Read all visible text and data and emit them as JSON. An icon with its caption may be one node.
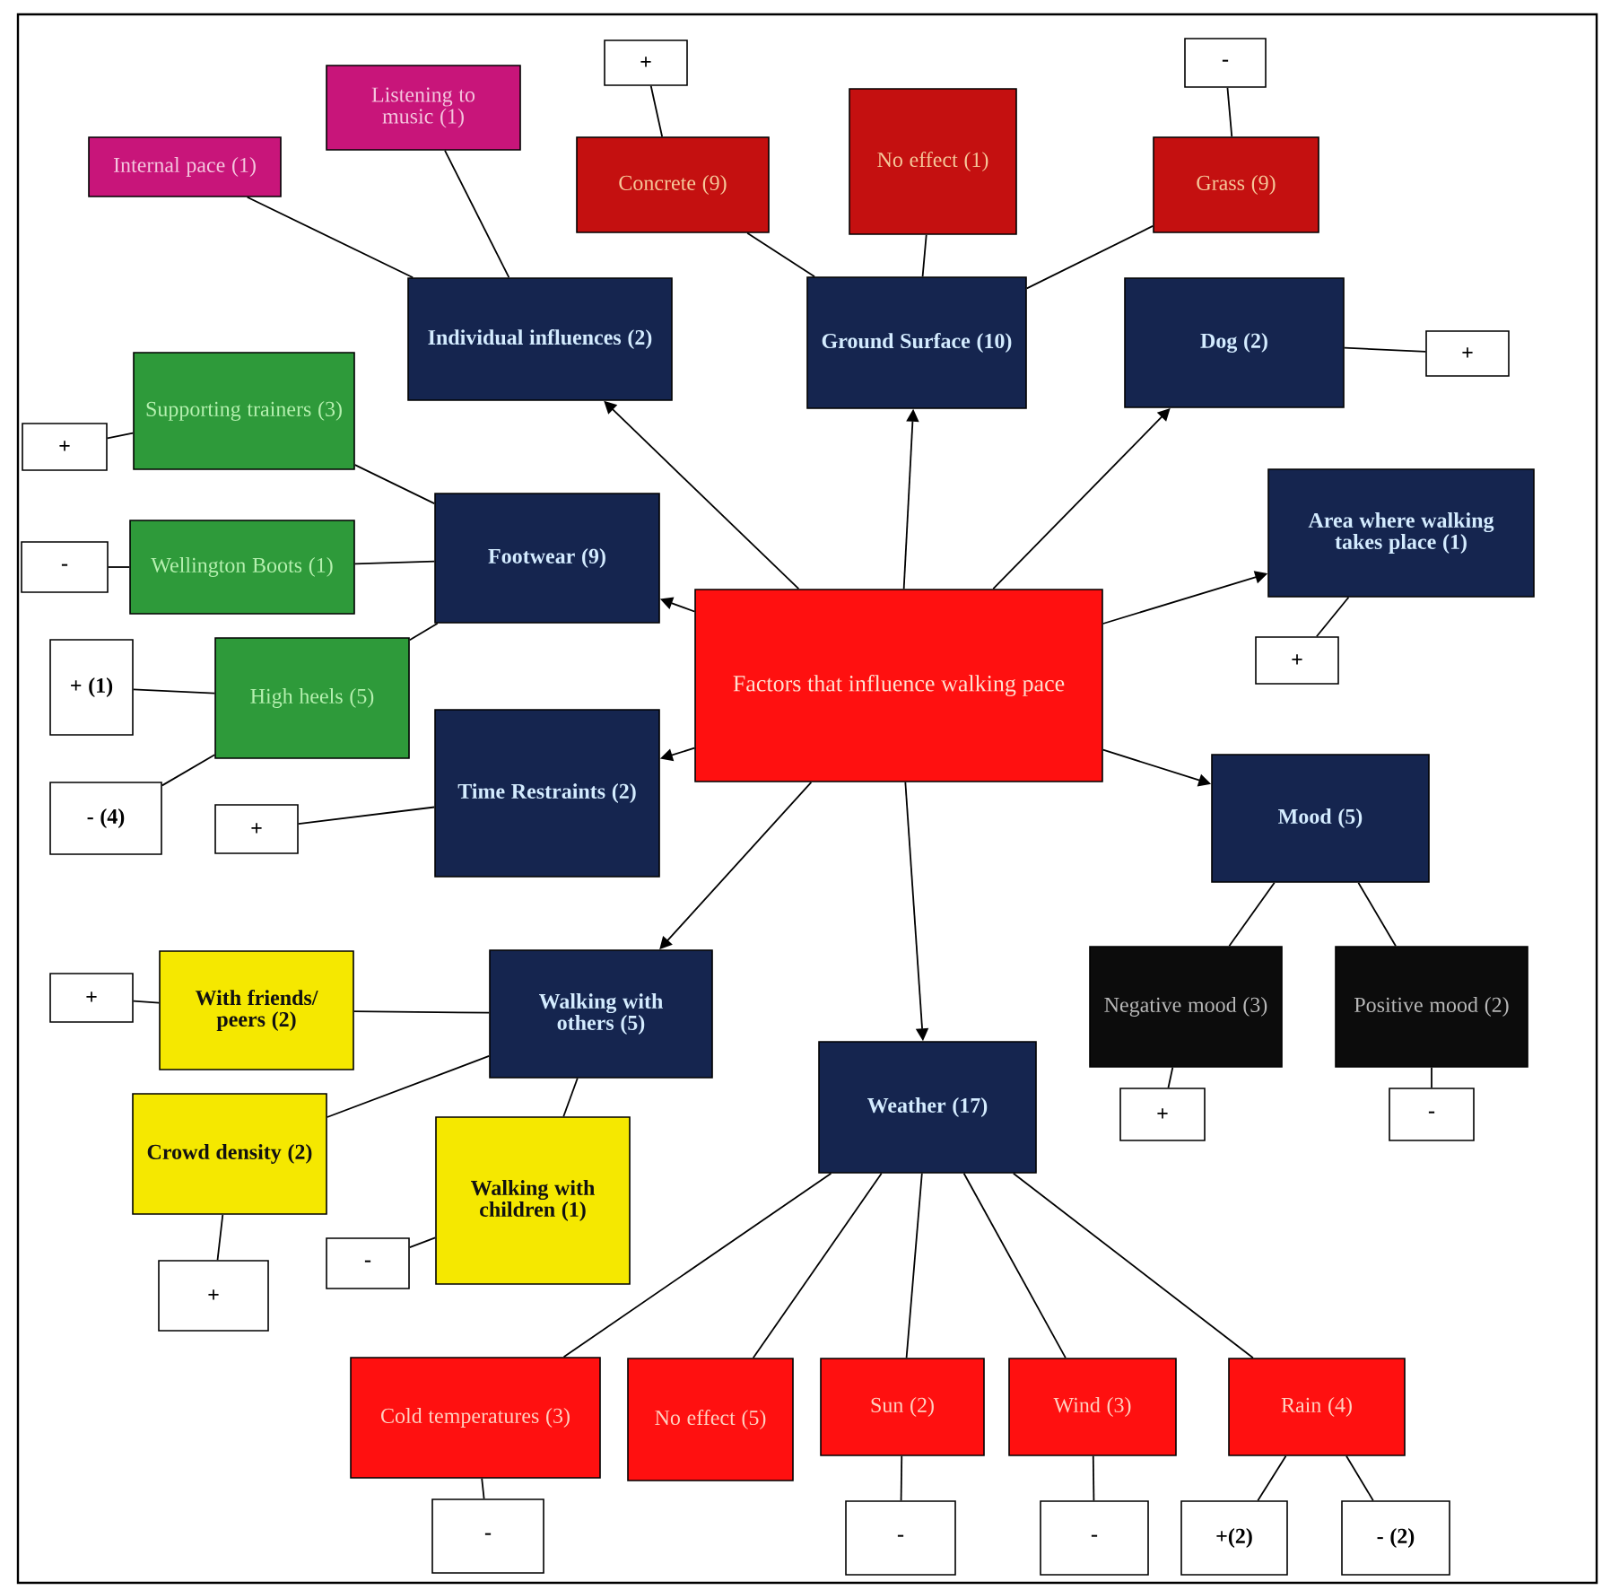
{
  "diagram": {
    "nodes": [
      {
        "text": [
          "Internal pace (1)"
        ]
      },
      {
        "text": [
          "Listening to music (1)"
        ]
      },
      {
        "text": [
          "+"
        ]
      },
      {
        "text": [
          "Concrete (9)"
        ]
      },
      {
        "text": [
          "No effect (1)"
        ]
      },
      {
        "text": [
          "-"
        ]
      },
      {
        "text": [
          "Grass (9)"
        ]
      },
      {
        "text": [
          "Individual influences (2)"
        ]
      },
      {
        "text": [
          "Ground Surface (10)"
        ]
      },
      {
        "text": [
          "Dog (2)"
        ]
      },
      {
        "text": [
          "+"
        ]
      },
      {
        "text": [
          "Supporting trainers (3)"
        ]
      },
      {
        "text": [
          "+"
        ]
      },
      {
        "text": [
          "Footwear (9)"
        ]
      },
      {
        "text": [
          "Area where walking takes place (1)"
        ]
      },
      {
        "text": [
          "Wellington Boots (1)"
        ]
      },
      {
        "text": [
          "-"
        ]
      },
      {
        "text": [
          "Factors that influence walking pace"
        ]
      },
      {
        "text": [
          "+"
        ]
      },
      {
        "text": [
          "+ (1)"
        ]
      },
      {
        "text": [
          "High heels (5)"
        ]
      },
      {
        "text": [
          "- (4)"
        ]
      },
      {
        "text": [
          "+"
        ]
      },
      {
        "text": [
          "Time Restraints (2)"
        ]
      },
      {
        "text": [
          "Mood (5)"
        ]
      },
      {
        "text": [
          "+"
        ]
      },
      {
        "text": [
          "With friends/ peers (2)"
        ]
      },
      {
        "text": [
          "Walking with others (5)"
        ]
      },
      {
        "text": [
          "Negative mood (3)"
        ]
      },
      {
        "text": [
          "Positive mood (2)"
        ]
      },
      {
        "text": [
          "Weather (17)"
        ]
      },
      {
        "text": [
          "Crowd density (2)"
        ]
      },
      {
        "text": [
          "Walking with children (1)"
        ]
      },
      {
        "text": [
          "+"
        ]
      },
      {
        "text": [
          "-"
        ]
      },
      {
        "text": [
          "-"
        ]
      },
      {
        "text": [
          "+"
        ]
      },
      {
        "text": [
          "Cold temperatures (3)"
        ]
      },
      {
        "text": [
          "No effect (5)"
        ]
      },
      {
        "text": [
          "Sun (2)"
        ]
      },
      {
        "text": [
          "Wind (3)"
        ]
      },
      {
        "text": [
          "Rain (4)"
        ]
      },
      {
        "text": [
          "-"
        ]
      },
      {
        "text": [
          "-"
        ]
      },
      {
        "text": [
          "-"
        ]
      },
      {
        "text": [
          "+(2)"
        ]
      },
      {
        "text": [
          "- (2)"
        ]
      }
    ],
    "edges": [
      {
        "from": 17,
        "to": 7,
        "arrow": "to"
      },
      {
        "from": 17,
        "to": 8,
        "arrow": "to"
      },
      {
        "from": 17,
        "to": 9,
        "arrow": "to"
      },
      {
        "from": 17,
        "to": 13,
        "arrow": "to"
      },
      {
        "from": 17,
        "to": 14,
        "arrow": "to"
      },
      {
        "from": 17,
        "to": 23,
        "arrow": "to"
      },
      {
        "from": 17,
        "to": 24,
        "arrow": "to"
      },
      {
        "from": 17,
        "to": 27,
        "arrow": "to"
      },
      {
        "from": 17,
        "to": 30,
        "arrow": "to"
      },
      {
        "from": 0,
        "to": 7,
        "arrow": "none"
      },
      {
        "from": 1,
        "to": 7,
        "arrow": "none"
      },
      {
        "from": 2,
        "to": 3,
        "arrow": "none"
      },
      {
        "from": 3,
        "to": 8,
        "arrow": "none"
      },
      {
        "from": 4,
        "to": 8,
        "arrow": "none"
      },
      {
        "from": 5,
        "to": 6,
        "arrow": "none"
      },
      {
        "from": 6,
        "to": 8,
        "arrow": "none"
      },
      {
        "from": 9,
        "to": 10,
        "arrow": "none"
      },
      {
        "from": 12,
        "to": 11,
        "arrow": "none"
      },
      {
        "from": 11,
        "to": 13,
        "arrow": "none"
      },
      {
        "from": 16,
        "to": 15,
        "arrow": "none"
      },
      {
        "from": 15,
        "to": 13,
        "arrow": "none"
      },
      {
        "from": 20,
        "to": 13,
        "arrow": "none"
      },
      {
        "from": 19,
        "to": 20,
        "arrow": "none"
      },
      {
        "from": 21,
        "to": 20,
        "arrow": "none"
      },
      {
        "from": 14,
        "to": 18,
        "arrow": "none"
      },
      {
        "from": 22,
        "to": 23,
        "arrow": "none"
      },
      {
        "from": 24,
        "to": 28,
        "arrow": "none"
      },
      {
        "from": 24,
        "to": 29,
        "arrow": "none"
      },
      {
        "from": 28,
        "to": 33,
        "arrow": "none"
      },
      {
        "from": 29,
        "to": 34,
        "arrow": "none"
      },
      {
        "from": 25,
        "to": 26,
        "arrow": "none"
      },
      {
        "from": 26,
        "to": 27,
        "arrow": "none"
      },
      {
        "from": 31,
        "to": 27,
        "arrow": "none"
      },
      {
        "from": 32,
        "to": 27,
        "arrow": "none"
      },
      {
        "from": 31,
        "to": 36,
        "arrow": "none"
      },
      {
        "from": 32,
        "to": 35,
        "arrow": "none"
      },
      {
        "from": 30,
        "to": 37,
        "arrow": "none"
      },
      {
        "from": 30,
        "to": 38,
        "arrow": "none"
      },
      {
        "from": 30,
        "to": 39,
        "arrow": "none"
      },
      {
        "from": 30,
        "to": 40,
        "arrow": "none"
      },
      {
        "from": 30,
        "to": 41,
        "arrow": "none"
      },
      {
        "from": 37,
        "to": 42,
        "arrow": "none"
      },
      {
        "from": 39,
        "to": 43,
        "arrow": "none"
      },
      {
        "from": 40,
        "to": 44,
        "arrow": "none"
      },
      {
        "from": 41,
        "to": 45,
        "arrow": "none"
      },
      {
        "from": 41,
        "to": 46,
        "arrow": "none"
      }
    ]
  }
}
